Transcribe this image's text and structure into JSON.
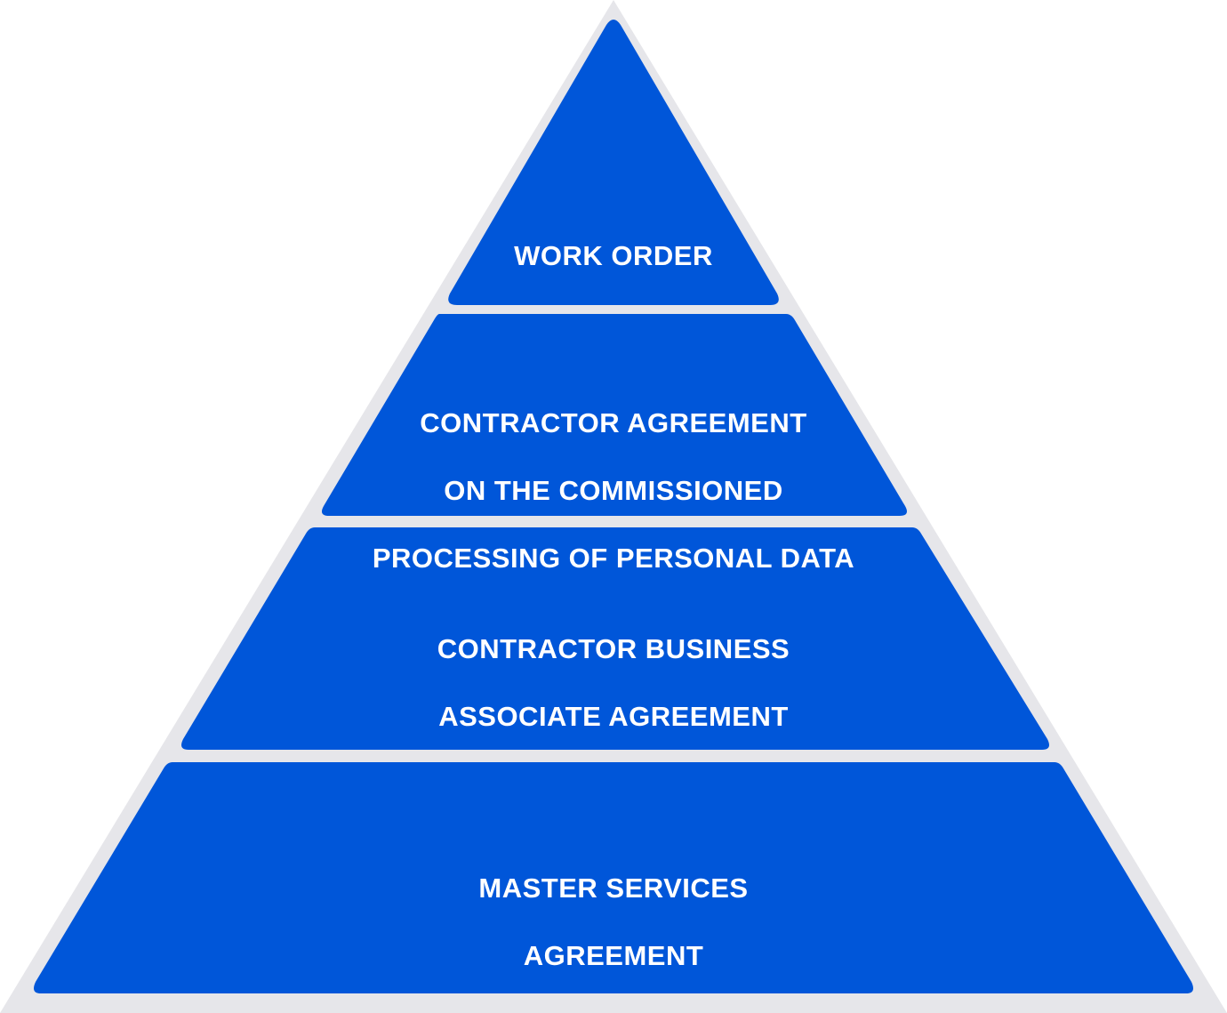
{
  "colors": {
    "outline": "#e6e6ea",
    "tier_fill": "#0056d9",
    "label_text": "#ffffff",
    "background": "#ffffff"
  },
  "tiers": [
    {
      "lines": [
        "WORK ORDER"
      ]
    },
    {
      "lines": [
        "CONTRACTOR AGREEMENT",
        "ON THE COMMISSIONED",
        "PROCESSING OF PERSONAL DATA"
      ]
    },
    {
      "lines": [
        "CONTRACTOR BUSINESS",
        "ASSOCIATE AGREEMENT"
      ]
    },
    {
      "lines": [
        "MASTER SERVICES",
        "AGREEMENT"
      ]
    }
  ]
}
